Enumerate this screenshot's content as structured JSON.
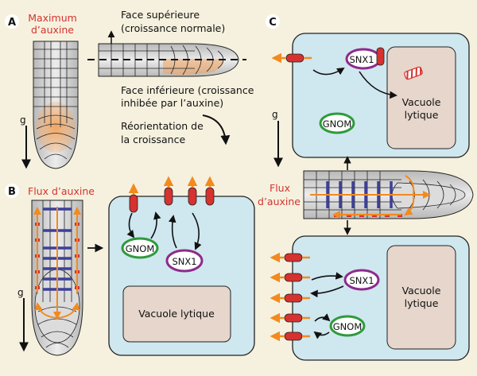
{
  "panel_a": {
    "letter": "A",
    "max_label_1": "Maximum",
    "max_label_2": "d’auxine",
    "top_label_1": "Face supérieure",
    "top_label_2": "(croissance normale)",
    "bottom_label_1": "Face inférieure (croissance",
    "bottom_label_2": "inhibée par l’auxine)",
    "reorient_1": "Réorientation de",
    "reorient_2": "la croissance",
    "gravity": "g"
  },
  "panel_b": {
    "letter": "B",
    "flux_label": "Flux d’auxine",
    "gnom": "GNOM",
    "snx1": "SNX1",
    "vacuole": "Vacuole lytique",
    "gravity": "g"
  },
  "panel_c": {
    "letter": "C",
    "snx1_top": "SNX1",
    "vacuole_top_1": "Vacuole",
    "vacuole_top_2": "lytique",
    "gnom_top": "GNOM",
    "flux_1": "Flux",
    "flux_2": "d’auxine",
    "snx1_bottom": "SNX1",
    "vacuole_bottom_1": "Vacuole",
    "vacuole_bottom_2": "lytique",
    "gnom_bottom": "GNOM",
    "gravity": "g"
  },
  "colors": {
    "background": "#f6f1de",
    "cell": "#cfe7ef",
    "vacuole": "#e6d6cc",
    "auxin": "#f2a35c",
    "red_label": "#d6322f",
    "gnom": "#2f9a3c",
    "snx1": "#8e2a8c",
    "pin_blue": "#3d3f9a"
  }
}
